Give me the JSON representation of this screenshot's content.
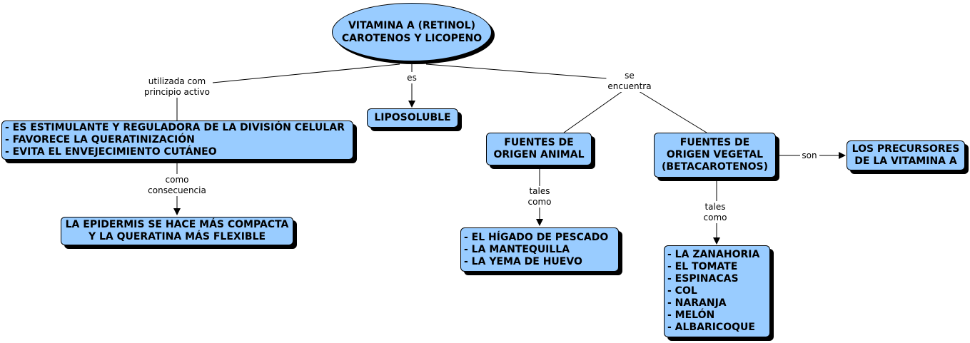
{
  "root": {
    "line1": "VITAMINA A (RETINOL)",
    "line2": "CAROTENOS Y LICOPENO"
  },
  "functions": [
    "- ES ESTIMULANTE Y REGULADORA DE LA DIVISIÓN CELULAR",
    "- FAVORECE LA QUERATINIZACIÓN",
    "- EVITA EL ENVEJECIMIENTO CUTÁNEO"
  ],
  "consequence": {
    "line1": "LA EPIDERMIS SE HACE MÁS COMPACTA",
    "line2": "Y LA QUERATINA MÁS FLEXIBLE"
  },
  "liposoluble": "LIPOSOLUBLE",
  "animal": {
    "line1": "FUENTES DE",
    "line2": "ORIGEN ANIMAL"
  },
  "animal_items": [
    "- EL HÍGADO DE PESCADO",
    "- LA MANTEQUILLA",
    "- LA YEMA DE HUEVO"
  ],
  "vegetal": {
    "line1": "FUENTES DE",
    "line2": "ORIGEN VEGETAL",
    "line3": "(BETACAROTENOS)"
  },
  "vegetal_items": [
    "- LA ZANAHORIA",
    "- EL TOMATE",
    "- ESPINACAS",
    "- COL",
    "- NARANJA",
    "- MELÓN",
    "- ALBARICOQUE"
  ],
  "precursors": {
    "line1": "LOS PRECURSORES",
    "line2": "DE LA VITAMINA A"
  },
  "labels": {
    "utilizada": {
      "line1": "utilizada com",
      "line2": "principio activo"
    },
    "es": "es",
    "se_encuentra": {
      "line1": "se",
      "line2": "encuentra"
    },
    "como_consecuencia": {
      "line1": "como",
      "line2": "consecuencia"
    },
    "tales_animal": {
      "line1": "tales",
      "line2": "como"
    },
    "tales_vegetal": {
      "line1": "tales",
      "line2": "como"
    },
    "son": "son"
  }
}
